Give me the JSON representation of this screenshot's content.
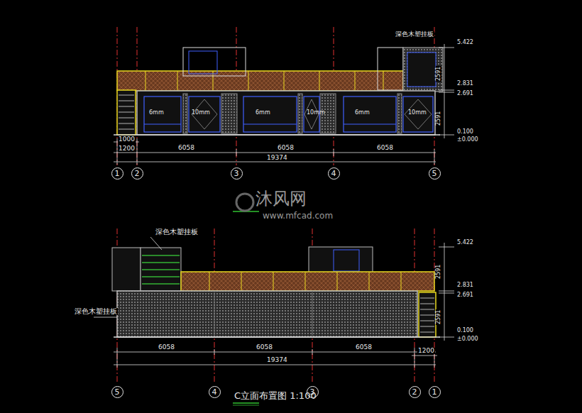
{
  "diagram": {
    "caption": "C立面布置图 1:100",
    "nodes": [
      {
        "text": [
          "1"
        ]
      },
      {
        "text": [
          "2"
        ]
      },
      {
        "text": [
          "3"
        ]
      },
      {
        "text": [
          "4"
        ]
      },
      {
        "text": [
          "5"
        ]
      },
      {
        "text": [
          "5"
        ]
      },
      {
        "text": [
          "4"
        ]
      },
      {
        "text": [
          "3"
        ]
      },
      {
        "text": [
          "2"
        ]
      },
      {
        "text": [
          "1"
        ]
      }
    ],
    "labels": [
      "深色木塑挂板",
      "6mm",
      "10mm",
      "6mm",
      "10mm",
      "6mm",
      "10mm",
      "5.422",
      "2591",
      "2.831",
      "2.691",
      "2591",
      "0.100",
      "±0.000",
      "1000",
      "1200",
      "6058",
      "6058",
      "6058",
      "19374",
      "沐风网",
      "www.mfcad.com",
      "深色木塑挂板",
      "深色木塑挂板",
      "5.422",
      "2591",
      "2.831",
      "2.691",
      "2591",
      "0.100",
      "±0.000",
      "6058",
      "6058",
      "6058",
      "1200",
      "19374"
    ]
  }
}
